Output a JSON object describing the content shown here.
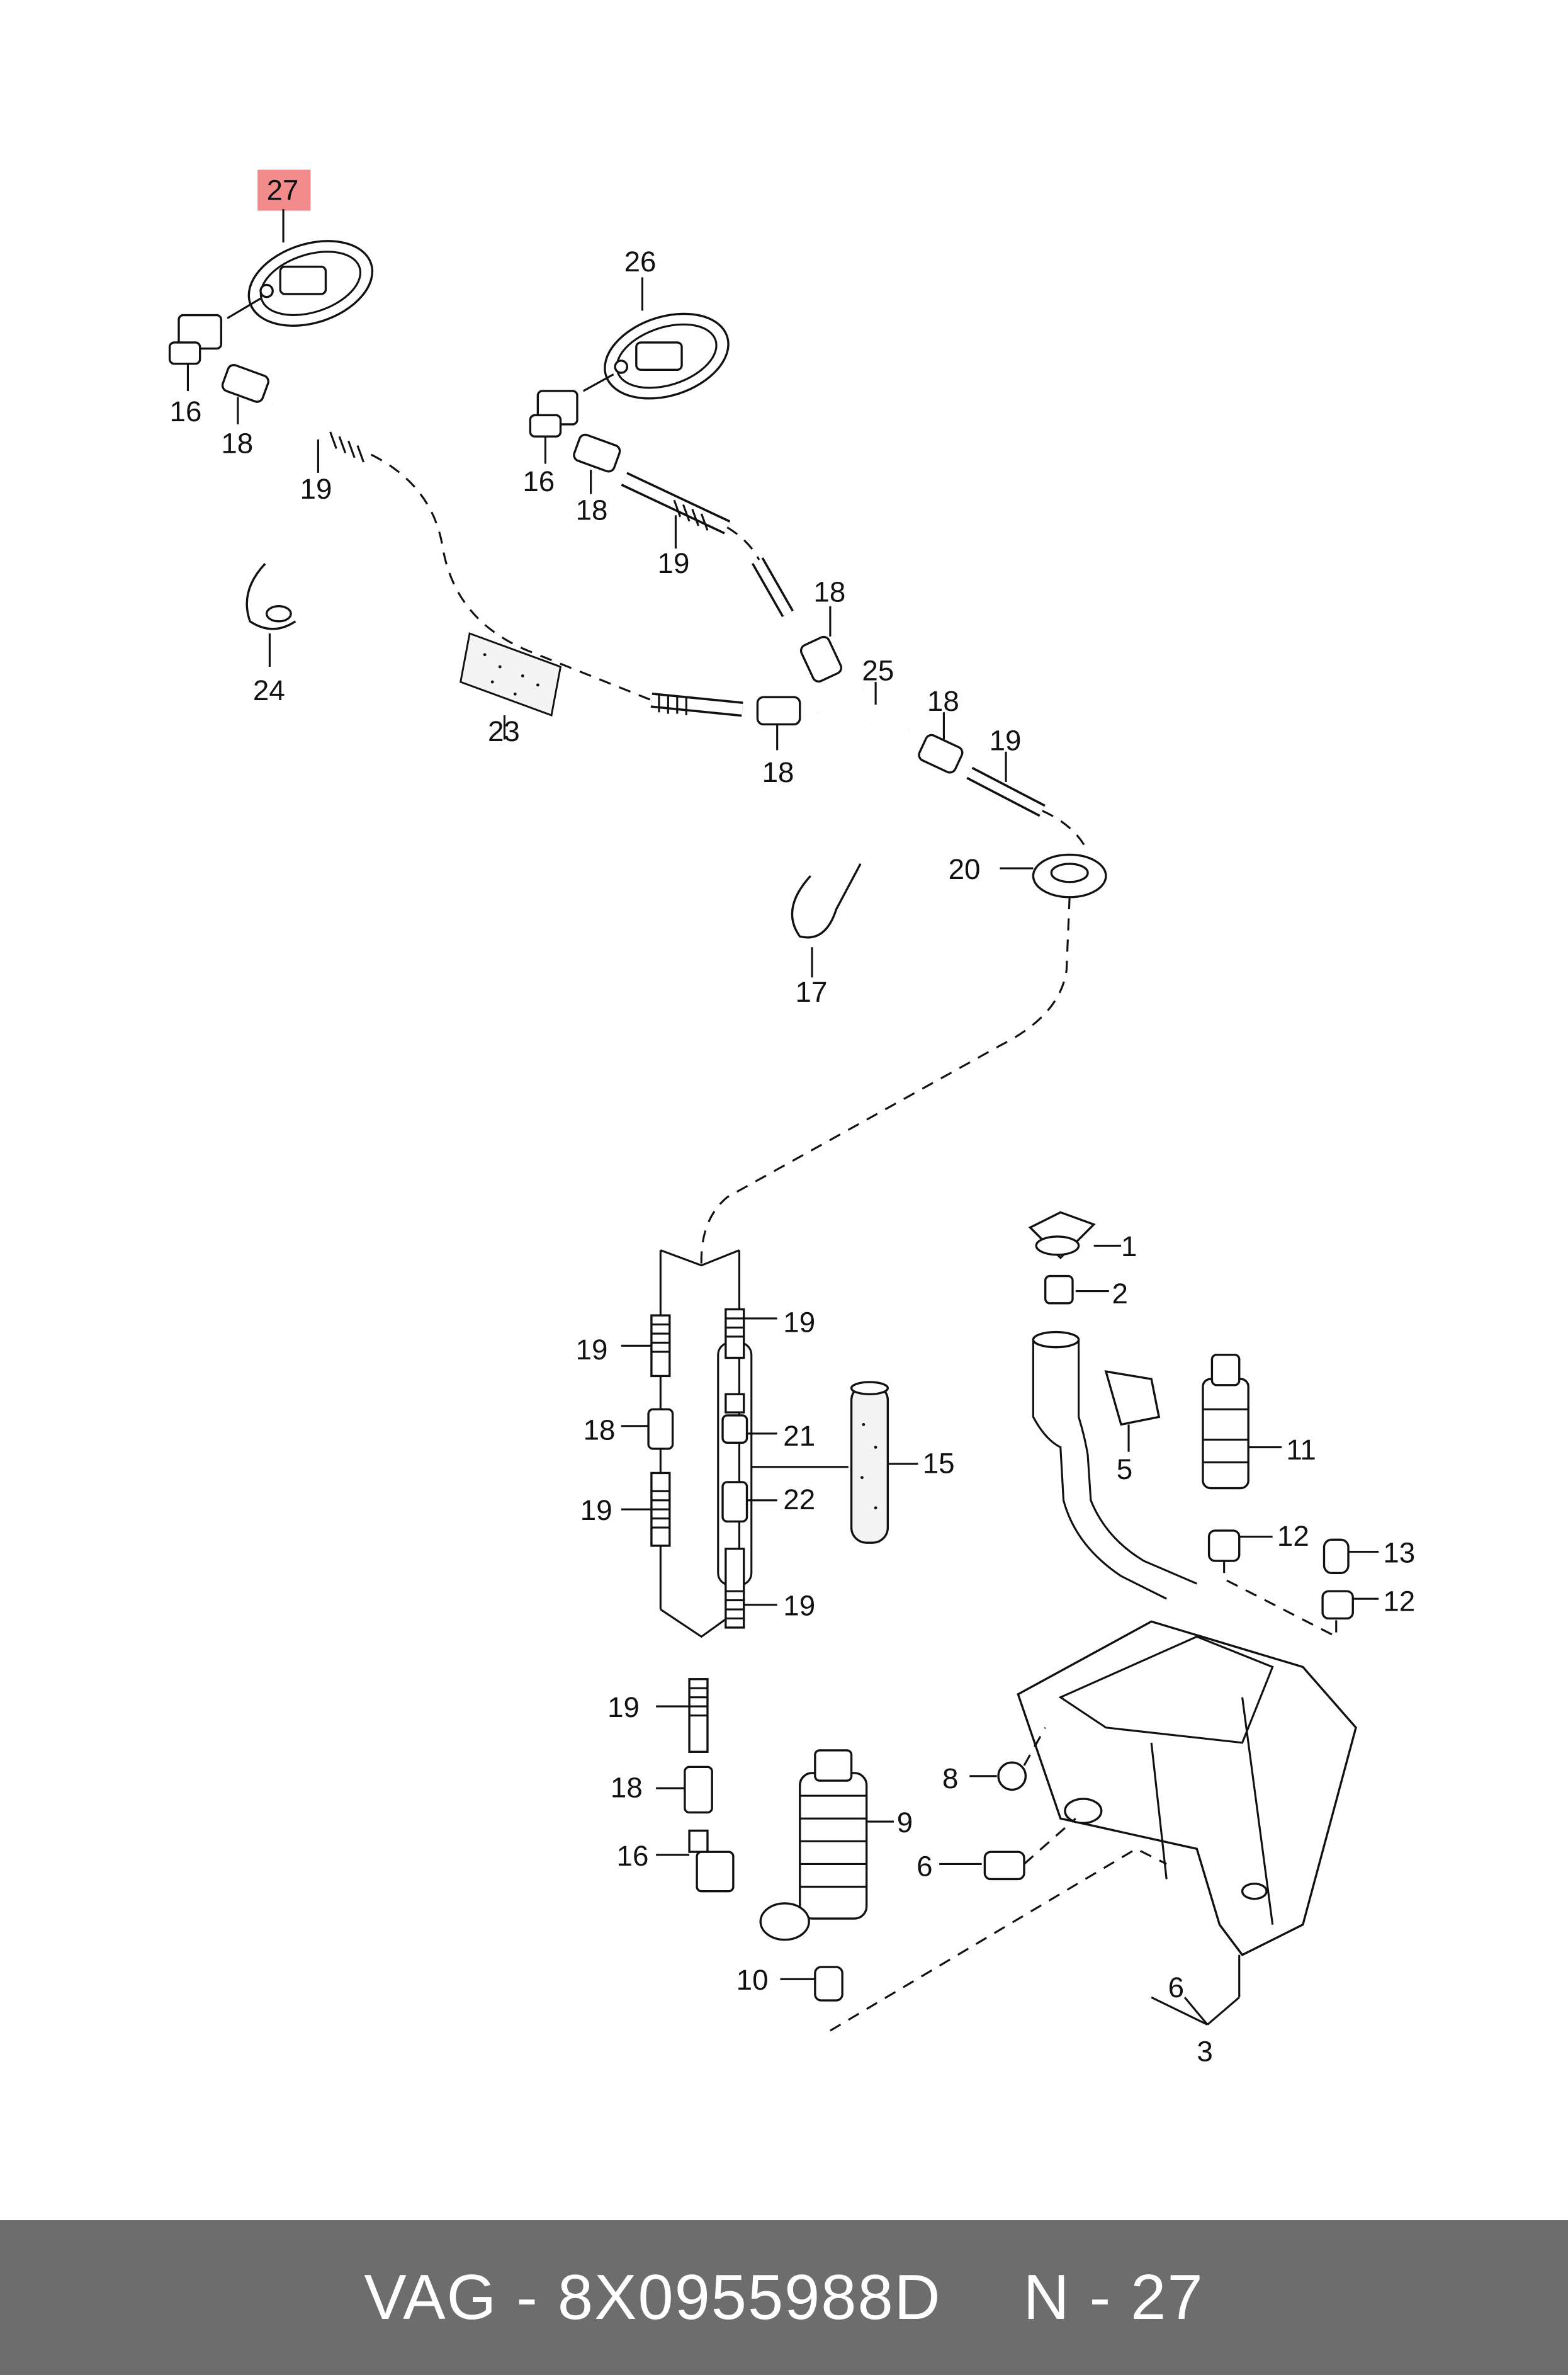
{
  "highlight_color": "#f28b8b",
  "footer": {
    "brand_part": "VAG - 8X0955988D",
    "ref": "N - 27"
  },
  "labels": [
    {
      "id": "l27",
      "text": "27"
    },
    {
      "id": "l26",
      "text": "26"
    },
    {
      "id": "l16a",
      "text": "16"
    },
    {
      "id": "l18a",
      "text": "18"
    },
    {
      "id": "l19a",
      "text": "19"
    },
    {
      "id": "l16b",
      "text": "16"
    },
    {
      "id": "l18b",
      "text": "18"
    },
    {
      "id": "l19b",
      "text": "19"
    },
    {
      "id": "l24",
      "text": "24"
    },
    {
      "id": "l23",
      "text": "23"
    },
    {
      "id": "l18c",
      "text": "18"
    },
    {
      "id": "l18d",
      "text": "18"
    },
    {
      "id": "l25",
      "text": "25"
    },
    {
      "id": "l18e",
      "text": "18"
    },
    {
      "id": "l19c",
      "text": "19"
    },
    {
      "id": "l20",
      "text": "20"
    },
    {
      "id": "l17",
      "text": "17"
    },
    {
      "id": "l1",
      "text": "1"
    },
    {
      "id": "l2",
      "text": "2"
    },
    {
      "id": "l5",
      "text": "5"
    },
    {
      "id": "l11",
      "text": "11"
    },
    {
      "id": "l12a",
      "text": "12"
    },
    {
      "id": "l13",
      "text": "13"
    },
    {
      "id": "l12b",
      "text": "12"
    },
    {
      "id": "l19d",
      "text": "19"
    },
    {
      "id": "l19e",
      "text": "19"
    },
    {
      "id": "l18f",
      "text": "18"
    },
    {
      "id": "l21",
      "text": "21"
    },
    {
      "id": "l15",
      "text": "15"
    },
    {
      "id": "l19f",
      "text": "19"
    },
    {
      "id": "l22",
      "text": "22"
    },
    {
      "id": "l19g",
      "text": "19"
    },
    {
      "id": "l19h",
      "text": "19"
    },
    {
      "id": "l18g",
      "text": "18"
    },
    {
      "id": "l16c",
      "text": "16"
    },
    {
      "id": "l9",
      "text": "9"
    },
    {
      "id": "l8",
      "text": "8"
    },
    {
      "id": "l6a",
      "text": "6"
    },
    {
      "id": "l10",
      "text": "10"
    },
    {
      "id": "l6b",
      "text": "6"
    },
    {
      "id": "l3",
      "text": "3"
    }
  ]
}
